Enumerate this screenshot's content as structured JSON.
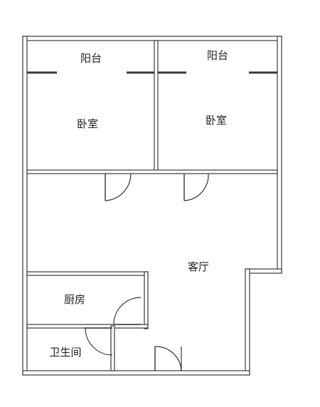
{
  "rooms": {
    "balcony_left": "阳台",
    "balcony_right": "阳台",
    "bedroom_left": "卧室",
    "bedroom_right": "卧室",
    "living_room": "客厅",
    "kitchen": "厨房",
    "bathroom": "卫生间"
  }
}
